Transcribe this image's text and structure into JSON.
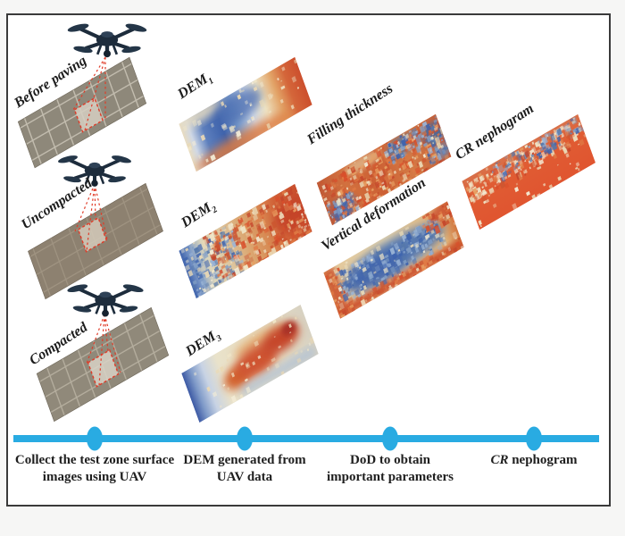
{
  "colors": {
    "timeline_cyan": "#29abe2",
    "frame_border": "#3a3a3a",
    "scan_red": "#e03b28",
    "drone_navy": "#1d2c3c",
    "heat_red": "#d2512e",
    "heat_blue": "#3f63ac",
    "heat_cream": "#efe3c4"
  },
  "panels": {
    "surfaces": [
      {
        "label": "Before paving"
      },
      {
        "label": "Uncompacted"
      },
      {
        "label": "Compacted"
      }
    ],
    "dems": [
      {
        "base": "DEM",
        "sub": "1"
      },
      {
        "base": "DEM",
        "sub": "2"
      },
      {
        "base": "DEM",
        "sub": "3"
      }
    ],
    "derived": [
      {
        "label": "Filling thickness"
      },
      {
        "label": "Vertical deformation"
      }
    ],
    "result": {
      "italic": "CR",
      "rest": " nephogram"
    }
  },
  "timeline": {
    "stages": [
      {
        "line1": "Collect the test zone surface",
        "line2": "images using UAV"
      },
      {
        "line1": "DEM generated from",
        "line2": "UAV data"
      },
      {
        "line1": "DoD to obtain",
        "line2": "important parameters"
      },
      {
        "italic": "CR",
        "rest": " nephogram"
      }
    ]
  }
}
